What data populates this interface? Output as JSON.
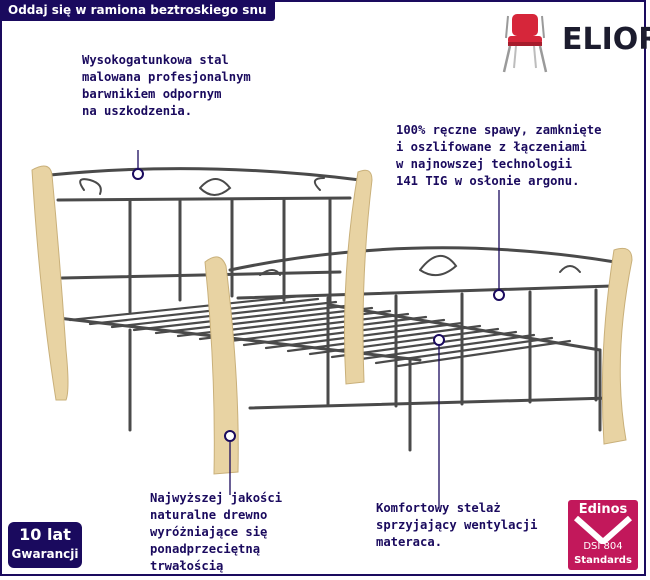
{
  "header": {
    "title": "Oddaj się w ramiona beztroskiego snu"
  },
  "logo": {
    "brand": "ELIOR"
  },
  "callouts": {
    "steel": "Wysokogatunkowa stal\nmalowana profesjonalnym\nbarwnikiem odpornym\nna uszkodzenia.",
    "welds": "100% ręczne spawy, zamknięte\ni oszlifowane z łączeniami\nw najnowszej technologii\n141 TIG w osłonie argonu.",
    "wood": "Najwyższej jakości\nnaturalne drewno\nwyróżniające się\nponadprzeciętną\ntrwałością",
    "frame": "Komfortowy stelaż\nsprzyjający wentylacji\nmateraca."
  },
  "warranty": {
    "line1": "10 lat",
    "line2": "Gwarancji"
  },
  "certificate": {
    "title": "Edinos",
    "code": "DSI 804",
    "subtitle": "Standards"
  },
  "colors": {
    "accent": "#1a0a5e",
    "cert": "#c2185b",
    "wood": "#e8d3a3",
    "metal": "#4a4a4a"
  }
}
